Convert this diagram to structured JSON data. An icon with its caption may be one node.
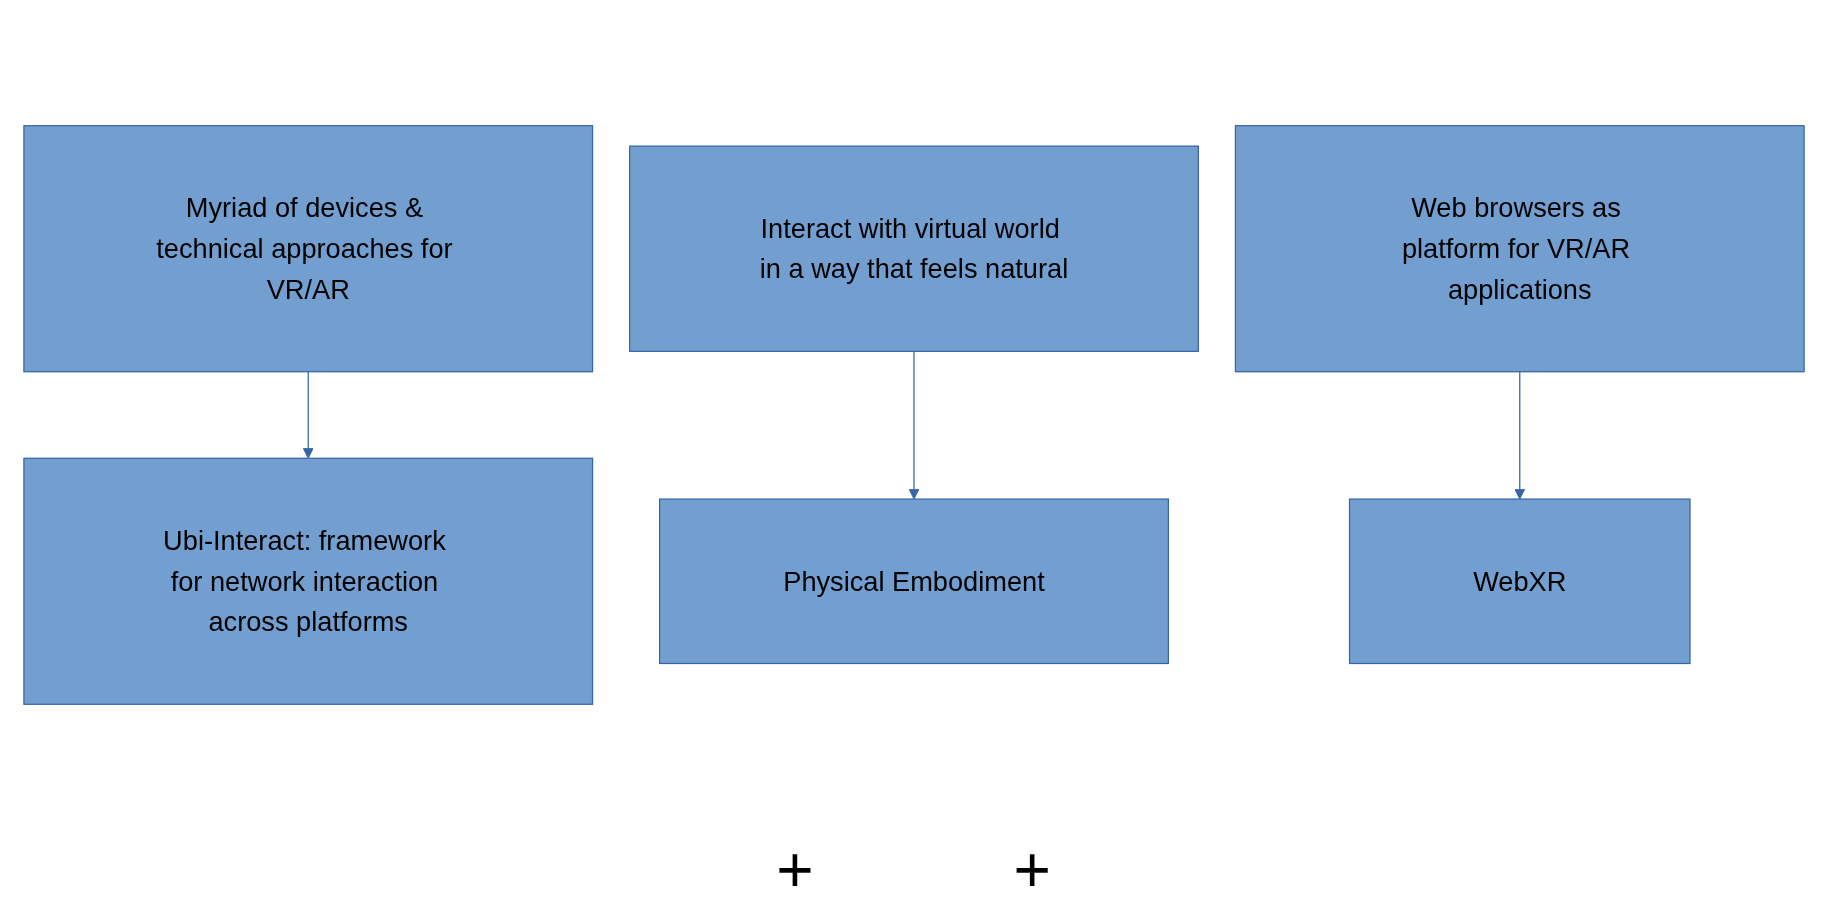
{
  "diagram": {
    "nodes": [
      {
        "text": [
          "Myriad of devices & technical approaches for VR/AR"
        ]
      },
      {
        "text": [
          "Interact with virtual world in a way that feels natural"
        ]
      },
      {
        "text": [
          "Web browsers as platform for VR/AR applications"
        ]
      },
      {
        "text": [
          "Ubi-Interact: framework for network interaction across platforms"
        ]
      },
      {
        "text": [
          "Physical Embodiment"
        ]
      },
      {
        "text": [
          "WebXR"
        ]
      }
    ],
    "edges": [
      {
        "from": 0,
        "to": 3,
        "arrow": "to"
      },
      {
        "from": 1,
        "to": 4,
        "arrow": "to"
      },
      {
        "from": 2,
        "to": 5,
        "arrow": "to"
      }
    ],
    "labels": [
      "+",
      "+"
    ]
  }
}
